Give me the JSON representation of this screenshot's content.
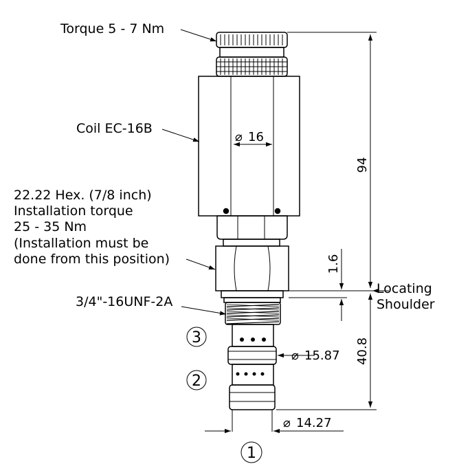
{
  "labels": {
    "torque": "Torque 5 - 7 Nm",
    "coil": "Coil EC-16B",
    "hex_line1": "22.22 Hex. (7/8 inch)",
    "hex_line2": "Installation torque",
    "hex_line3": "25 - 35 Nm",
    "hex_line4": "(Installation must be",
    "hex_line5": "done from this position)",
    "thread": "3/4\"-16UNF-2A",
    "locating_line1": "Locating",
    "locating_line2": "Shoulder"
  },
  "dimensions": {
    "coil_diameter": "16",
    "overall_length": "94",
    "shoulder_gap": "1.6",
    "lower_length": "40.8",
    "body_diameter": "15.87",
    "tip_diameter": "14.27"
  },
  "ports": [
    "3",
    "2",
    "1"
  ],
  "diameter_symbol": "⌀"
}
